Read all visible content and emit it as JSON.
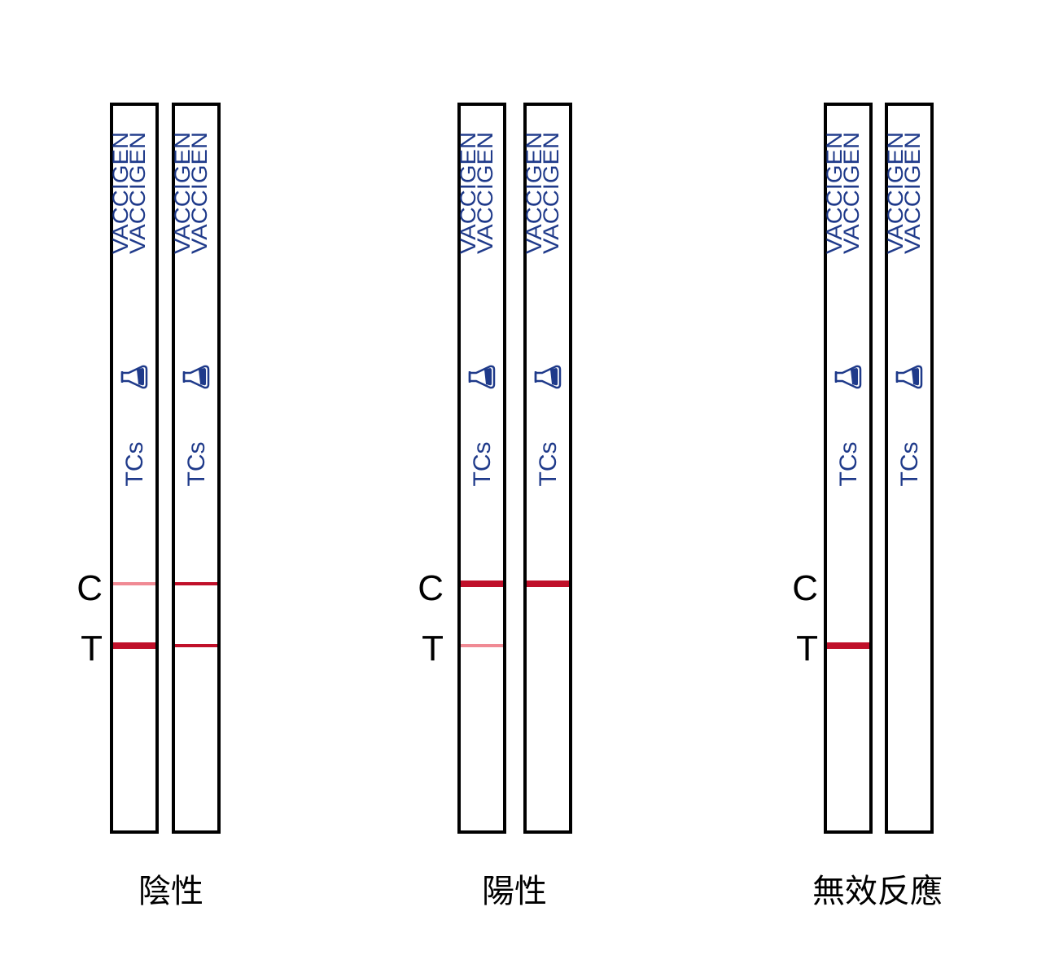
{
  "colors": {
    "outline": "#000000",
    "brand_blue": "#1f3a8a",
    "line_strong": "#c0102a",
    "line_faint": "#f08a94"
  },
  "strip_text": {
    "brand": "VACCIGEN",
    "code": "TCs",
    "icon": "flask-logo-icon"
  },
  "line_labels": {
    "c": "C",
    "t": "T"
  },
  "groups": [
    {
      "label": "陰性",
      "show_ct_labels": true,
      "strips": [
        {
          "c_line": "faint",
          "t_line": "strong"
        },
        {
          "c_line": "strong-thin",
          "t_line": "strong-thin"
        }
      ]
    },
    {
      "label": "陽性",
      "show_ct_labels": true,
      "strips": [
        {
          "c_line": "strong",
          "t_line": "faint"
        },
        {
          "c_line": "strong",
          "t_line": "none"
        }
      ]
    },
    {
      "label": "無效反應",
      "show_ct_labels": true,
      "strips": [
        {
          "c_line": "none",
          "t_line": "strong"
        },
        {
          "c_line": "none",
          "t_line": "none"
        }
      ]
    }
  ]
}
